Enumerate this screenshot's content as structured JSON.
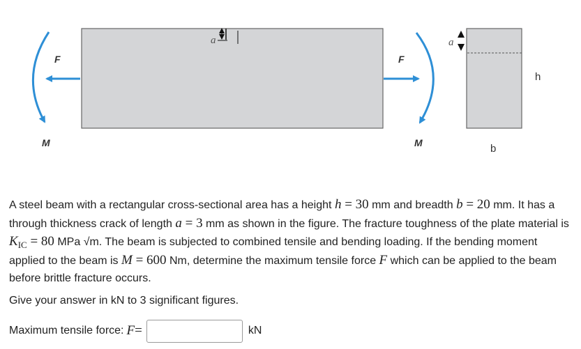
{
  "figure": {
    "left_force_label": "F",
    "right_force_label": "F",
    "left_moment_label": "M",
    "right_moment_label": "M",
    "crack_label": "a",
    "section_crack_label": "a",
    "height_label": "h",
    "breadth_label": "b",
    "colors": {
      "beam": "#d4d5d7",
      "beam_border": "#666666",
      "arrow": "#2e8fd6"
    }
  },
  "problem": {
    "p1_a": "A steel beam with a rectangular cross-sectional area has a height",
    "p1_h": "h",
    "p1_eq1": " = 30",
    "p1_b_unit": " mm and breadth ",
    "p1_bsym": "b",
    "p1_eq2": " = 20",
    "p1_c": " mm.  It has a through thickness crack of length ",
    "p1_asym": "a",
    "p1_eq3": " = 3",
    "p1_d": " mm as shown in the figure. The fracture toughness of the plate material is ",
    "p1_K": "K",
    "p1_Ksub": "IC",
    "p1_eq4": " = 80",
    "p1_e": " MPa √m.  The beam is subjected to combined tensile and bending loading.  If the bending moment applied to the beam is ",
    "p1_M": "M",
    "p1_eq5": " = 600",
    "p1_f": " Nm, determine the maximum tensile force ",
    "p1_F": "F",
    "p1_g": " which can be applied to the beam before brittle fracture occurs."
  },
  "instruction": "Give your answer in kN to 3 significant figures.",
  "answer": {
    "label": "Maximum tensile force: ",
    "symbol": "F",
    "equals": " =",
    "value": "",
    "unit": "kN"
  }
}
